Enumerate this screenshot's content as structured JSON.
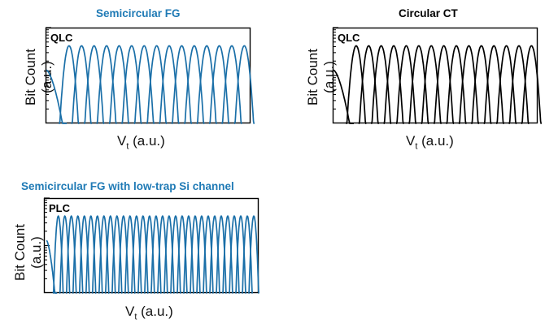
{
  "chart_data": [
    {
      "type": "line",
      "title": "Semicircular  FG",
      "title_color": "#1f7ab5",
      "line_color": "#1a6fa8",
      "panel_label": "QLC",
      "xlabel": {
        "main": "V",
        "sub": "t",
        "unit": " (a.u.)"
      },
      "ylabel": [
        "Bit Count",
        "(a.u.)"
      ],
      "grid": false,
      "log_scale_y": true,
      "states": 16,
      "x_ticks": [],
      "y_ticks": []
    },
    {
      "type": "line",
      "title": "Circular CT",
      "title_color": "#000000",
      "line_color": "#000000",
      "panel_label": "QLC",
      "xlabel": {
        "main": "V",
        "sub": "t",
        "unit": " (a.u.)"
      },
      "ylabel": [
        "Bit Count",
        "(a.u.)"
      ],
      "grid": false,
      "log_scale_y": true,
      "states": 16,
      "x_ticks": [],
      "y_ticks": []
    },
    {
      "type": "line",
      "title": "Semicircular  FG with low-trap Si channel",
      "title_color": "#1f7ab5",
      "line_color": "#1a6fa8",
      "panel_label": "PLC",
      "xlabel": {
        "main": "V",
        "sub": "t",
        "unit": " (a.u.)"
      },
      "ylabel": [
        "Bit Count",
        "(a.u.)"
      ],
      "grid": false,
      "log_scale_y": true,
      "states": 32,
      "x_ticks": [],
      "y_ticks": []
    }
  ]
}
